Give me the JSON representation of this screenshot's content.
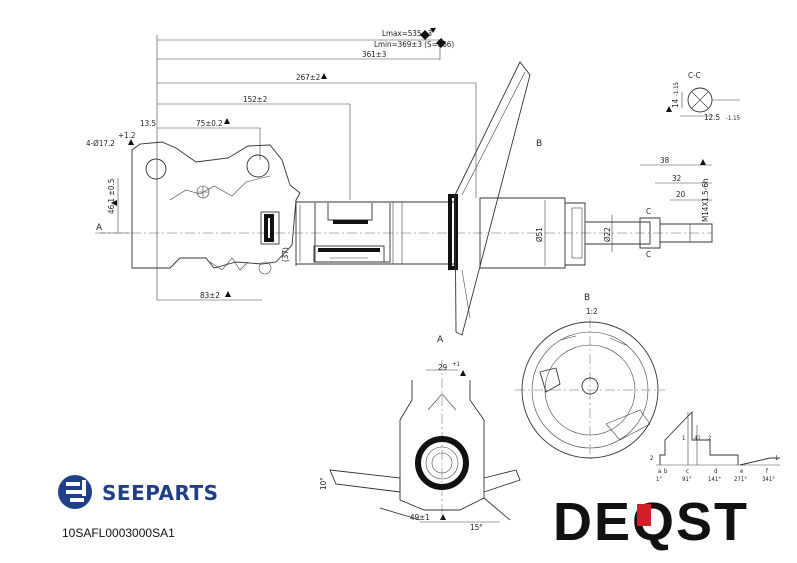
{
  "brand": {
    "name": "SEEPARTS",
    "part_code": "10SAFL0003000SA1",
    "logo_right": "DEQST",
    "brand_color": "#1f3f86",
    "accent_color": "#d11f2a"
  },
  "dims": {
    "lmax": "Lmax=535±3",
    "lmin": "Lmin=369±3 (S=166)",
    "d361": "361±3",
    "d267": "267±2",
    "d152": "152±2",
    "d75": "75±0.2",
    "d135": "13.5",
    "dhole": "4-Ø17.2",
    "dhole_tol": "+1.2",
    "d461": "46.1",
    "d461_tol": "±0.5",
    "d37": "(37)",
    "d83": "83±2",
    "d51": "Ø51",
    "d22": "Ø22",
    "d38": "38",
    "d32": "32",
    "d20": "20",
    "dm14": "M14X1.5-6h",
    "cc": "C-C",
    "d125": "12.5",
    "d125_tol": "-1.15",
    "d14": "14",
    "d14_tol": "-1.15",
    "c1a": "C",
    "c1b": "C",
    "d29": "29",
    "d29_tol": "+1",
    "d49": "49±1",
    "d15": "15°",
    "d10": "10°",
    "scale": "1:2"
  },
  "views": {
    "a1": "A",
    "a2": "A",
    "b1": "B",
    "b2": "B"
  },
  "graph": {
    "top_labels": [
      "1",
      "41",
      "2"
    ],
    "mid_labels": [
      "2",
      "1"
    ],
    "bottom_letters": [
      "a",
      "b",
      "c",
      "d",
      "e",
      "f"
    ],
    "bottom_angles": [
      "1°",
      "91°",
      "141°",
      "271°",
      "341°"
    ]
  }
}
